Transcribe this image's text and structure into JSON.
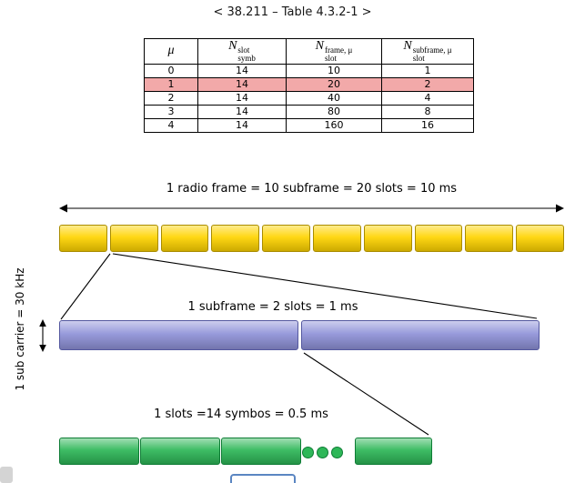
{
  "title": "< 38.211 – Table 4.3.2-1 >",
  "table": {
    "headers": [
      {
        "base": "μ",
        "sup": "",
        "sub": ""
      },
      {
        "base": "N",
        "sup": "slot",
        "sub": "symb"
      },
      {
        "base": "N",
        "sup": "frame, μ",
        "sub": "slot"
      },
      {
        "base": "N",
        "sup": "subframe, μ",
        "sub": "slot"
      }
    ],
    "rows": [
      {
        "mu": "0",
        "symb": "14",
        "frame": "10",
        "subframe": "1"
      },
      {
        "mu": "1",
        "symb": "14",
        "frame": "20",
        "subframe": "2"
      },
      {
        "mu": "2",
        "symb": "14",
        "frame": "40",
        "subframe": "4"
      },
      {
        "mu": "3",
        "symb": "14",
        "frame": "80",
        "subframe": "8"
      },
      {
        "mu": "4",
        "symb": "14",
        "frame": "160",
        "subframe": "16"
      }
    ],
    "highlighted_row_mu": "1",
    "highlight_color": "#f2a9a9"
  },
  "diagram": {
    "radio_frame": {
      "label": "1 radio frame = 10 subframe = 20 slots = 10 ms",
      "segments": 10,
      "color": "#ffd400"
    },
    "subframe": {
      "label": "1 subframe = 2 slots = 1 ms",
      "segments": 2,
      "color": "#8f92d8"
    },
    "slot": {
      "label": "1 slots =14 symbos = 0.5 ms",
      "visible_blocks": 4,
      "color": "#2eb758"
    },
    "subcarrier_label": "1 sub carrier = 30 kHz"
  }
}
